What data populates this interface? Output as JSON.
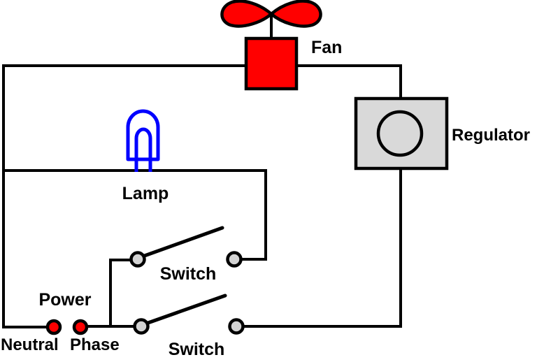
{
  "diagram": {
    "type": "electrical-circuit",
    "labels": {
      "fan": "Fan",
      "regulator": "Regulator",
      "lamp": "Lamp",
      "switch_top": "Switch",
      "switch_bottom": "Switch",
      "power": "Power",
      "neutral": "Neutral",
      "phase": "Phase"
    },
    "colors": {
      "component_red": "#FF0000",
      "regulator_gray": "#D9D9D9",
      "terminal_gray": "#D3D3D3",
      "lamp_blue": "#0000FF",
      "wire": "#000000",
      "background": "#FFFFFF"
    }
  }
}
